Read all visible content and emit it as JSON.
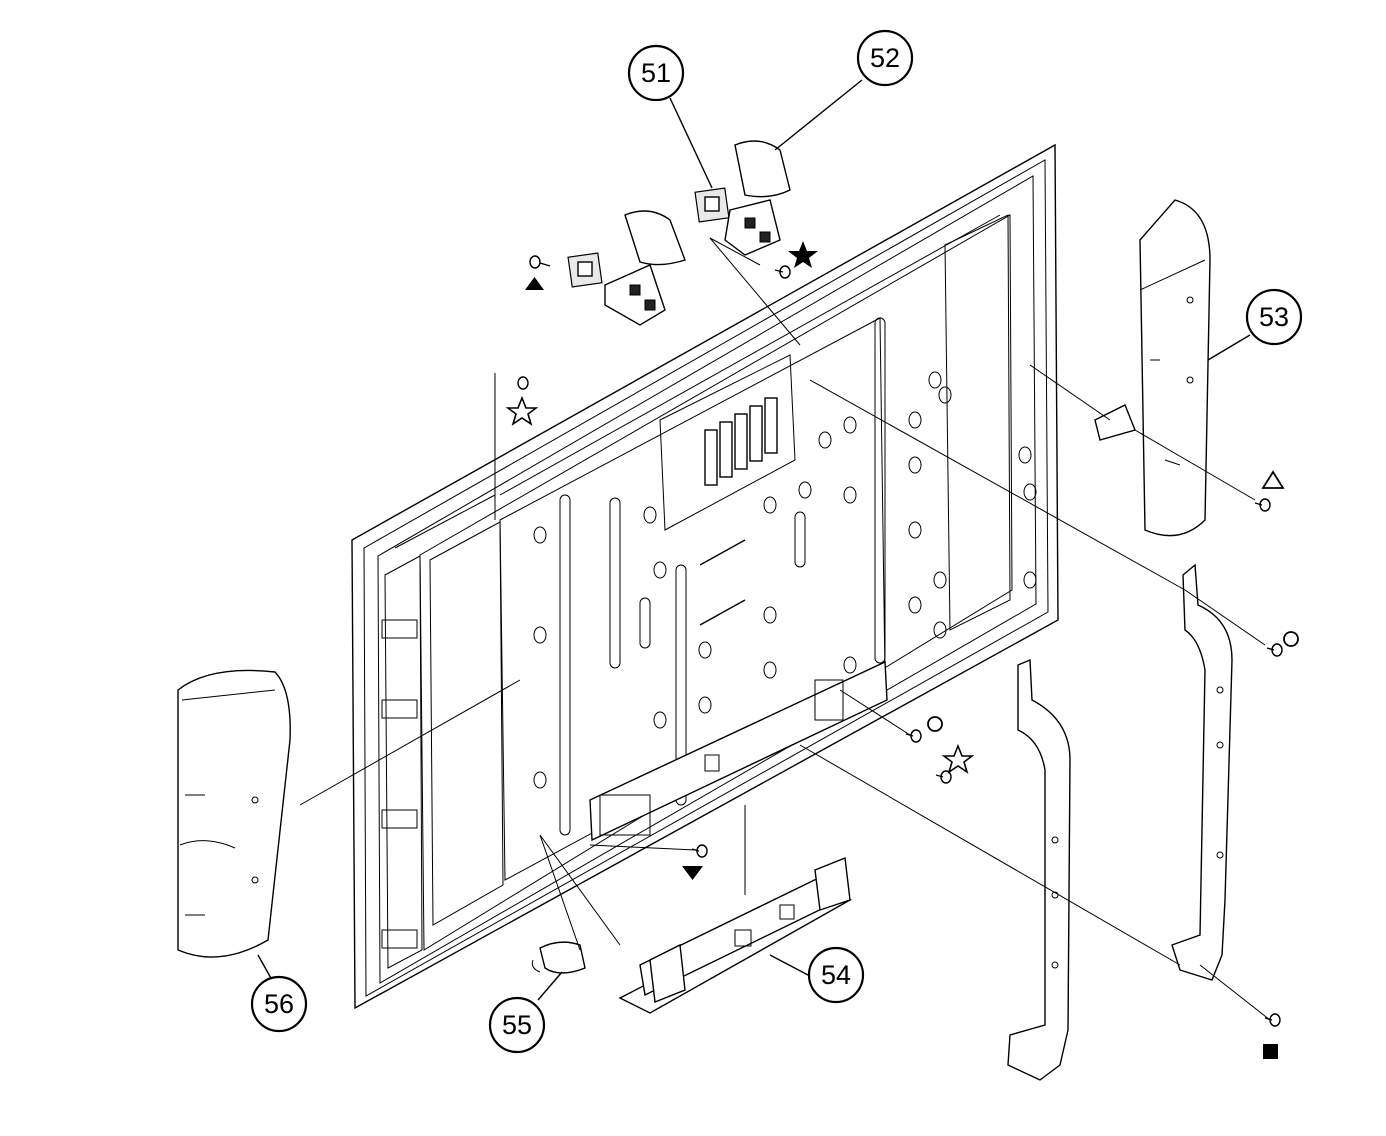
{
  "parts": [
    {
      "name": "stand-bracket-small",
      "label": "51"
    },
    {
      "name": "bracket-cover",
      "label": "52"
    },
    {
      "name": "right-side-cover",
      "label": "53"
    },
    {
      "name": "bottom-stand-bracket",
      "label": "54"
    },
    {
      "name": "cable-clamp",
      "label": "55"
    },
    {
      "name": "left-side-cover",
      "label": "56"
    }
  ],
  "screw_symbols": [
    "filled-triangle-up",
    "filled-star",
    "outline-star",
    "outline-triangle-up",
    "outline-circle",
    "filled-triangle-down",
    "filled-square"
  ],
  "colors": {
    "line": "#000000",
    "background": "#ffffff"
  }
}
